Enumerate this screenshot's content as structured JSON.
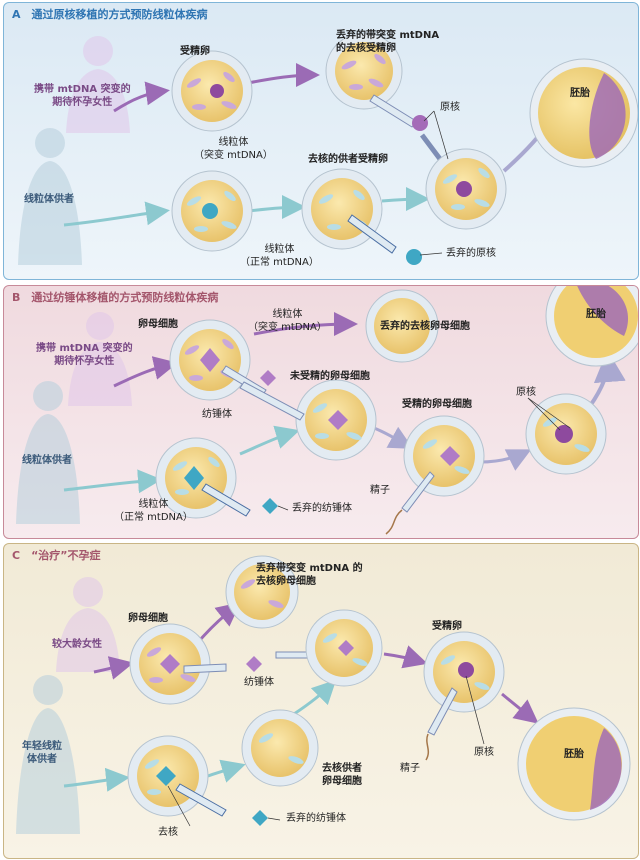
{
  "panel_a": {
    "title": "A　通过原核移植的方式预防线粒体疾病",
    "mother": [
      "携带 mtDNA 突变的",
      "期待怀孕女性"
    ],
    "donor": "线粒体供者",
    "zygote": "受精卵",
    "mito_mutant": [
      "线粒体",
      "（突变 mtDNA）"
    ],
    "mito_normal": [
      "线粒体",
      "（正常 mtDNA）"
    ],
    "discarded_zygote": [
      "丢弃的带突变 mtDNA",
      "的去核受精卵"
    ],
    "pronuclei": "原核",
    "enucleated_donor": "去核的供者受精卵",
    "discarded_pronuclei": "丢弃的原核",
    "embryo": "胚胎"
  },
  "panel_b": {
    "title": "B　通过纺锤体移植的方式预防线粒体疾病",
    "mother": [
      "携带 mtDNA 突变的",
      "期待怀孕女性"
    ],
    "donor": "线粒体供者",
    "oocyte": "卵母细胞",
    "mito_mutant": [
      "线粒体",
      "（突变 mtDNA）"
    ],
    "mito_normal": [
      "线粒体",
      "（正常 mtDNA）"
    ],
    "spindle": "纺锤体",
    "discarded_oocyte": "丢弃的去核卵母细胞",
    "unfertilized": "未受精的卵母细胞",
    "fertilized": "受精的卵母细胞",
    "sperm": "精子",
    "pronuclei": "原核",
    "discarded_spindle": "丢弃的纺锤体",
    "embryo": "胚胎"
  },
  "panel_c": {
    "title": "C　“治疗”不孕症",
    "older_woman": [
      "较大龄女性"
    ],
    "young_donor": [
      "年轻线粒",
      "体供者"
    ],
    "oocyte": "卵母细胞",
    "discarded_oocyte": [
      "丢弃带突变 mtDNA 的",
      "去核卵母细胞"
    ],
    "spindle": "纺锤体",
    "enucleated_donor_oocyte": [
      "去核供者",
      "卵母细胞"
    ],
    "enucleate": "去核",
    "discarded_spindle": "丢弃的纺锤体",
    "zygote": "受精卵",
    "sperm": "精子",
    "pronuclei": "原核",
    "embryo": "胚胎"
  },
  "colors": {
    "panel_a_border": "#7fb5d8",
    "panel_b_border": "#c78a99",
    "panel_c_border": "#c9b585",
    "cytoplasm": "#f3d98a",
    "zona": "#dfe7ef",
    "mitochondria": "#b8dde6",
    "purple_arrow": "#9b6bb5",
    "teal_arrow": "#8cc9cf",
    "nucleus_purple": "#8e4a9e",
    "nucleus_teal": "#3fa7c4"
  }
}
